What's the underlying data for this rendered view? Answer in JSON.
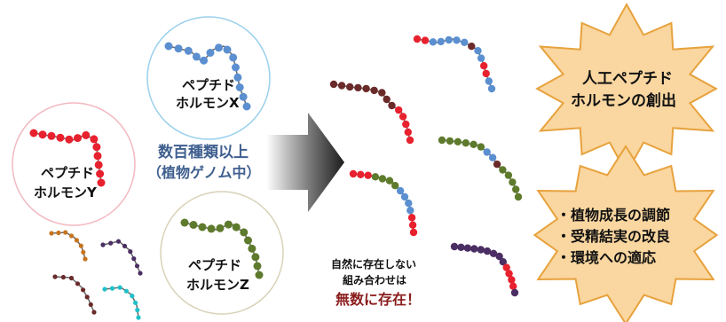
{
  "hormones": {
    "x": {
      "line1": "ペプチド",
      "line2": "ホルモンX",
      "circle_border": "#9ad0ec",
      "beads": "#5b8fd0"
    },
    "y": {
      "line1": "ペプチド",
      "line2": "ホルモンY",
      "circle_border": "#f2b8c0",
      "beads": "#e8212e"
    },
    "z": {
      "line1": "ペプチド",
      "line2": "ホルモンZ",
      "circle_border": "#d8d2b8",
      "beads": "#5e7a2c"
    }
  },
  "count_label": {
    "line1": "数百種類以上",
    "line2": "（植物ゲノム中）",
    "color": "#3f5f8f"
  },
  "combo_note": {
    "line1": "自然に存在しない",
    "line2": "組み合わせは",
    "line3": "無数に存在！",
    "accent": "#8a1c1c"
  },
  "burst_top": {
    "line1": "人工ペプチド",
    "line2": "ホルモンの創出"
  },
  "burst_bottom": {
    "items": [
      "・植物成長の調節",
      "・受精結実の改良",
      "・環境への適応"
    ]
  },
  "colors": {
    "burst_fill": "#fad6a0",
    "burst_stroke": "#e7a23c",
    "red": "#e8212e",
    "blue": "#5b8fd0",
    "brown": "#6b2a2a",
    "olive": "#5e7a2c",
    "purple": "#4b2e63",
    "orange": "#c7741f",
    "cyan": "#1fc1c8"
  }
}
